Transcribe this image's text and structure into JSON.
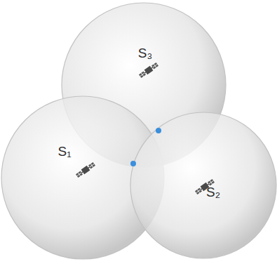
{
  "diagram": {
    "nodes": [
      {
        "text": [
          "S₃"
        ]
      },
      {
        "text": [
          "S₁"
        ]
      },
      {
        "text": [
          "S₂"
        ]
      }
    ]
  }
}
